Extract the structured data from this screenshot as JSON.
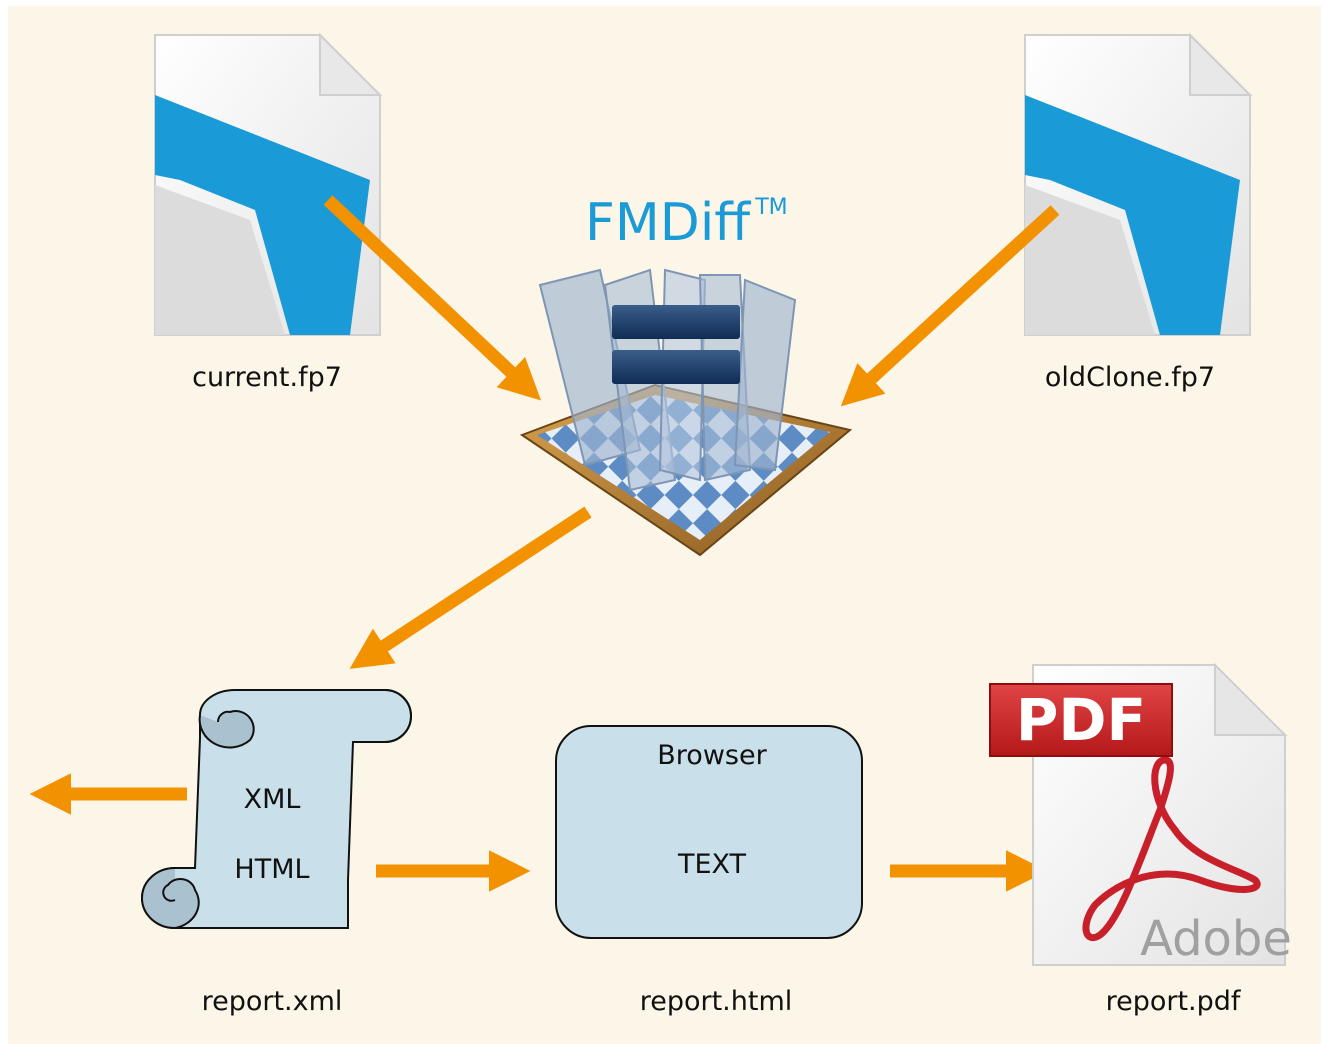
{
  "files": {
    "current": "current.fp7",
    "old_clone": "oldClone.fp7"
  },
  "brand": {
    "name": "FMDiff",
    "trademark": "TM"
  },
  "scroll": {
    "line1": "XML",
    "line2": "HTML",
    "caption": "report.xml"
  },
  "browser": {
    "title": "Browser",
    "body": "TEXT",
    "caption": "report.html"
  },
  "pdf": {
    "badge": "PDF",
    "vendor": "Adobe",
    "caption": "report.pdf"
  },
  "colors": {
    "background": "#fbf6e7",
    "arrow": "#f39200",
    "document_blue": "#1a9ad6",
    "shape_fill": "#c9e0ea",
    "pdf_red": "#cc2222"
  }
}
